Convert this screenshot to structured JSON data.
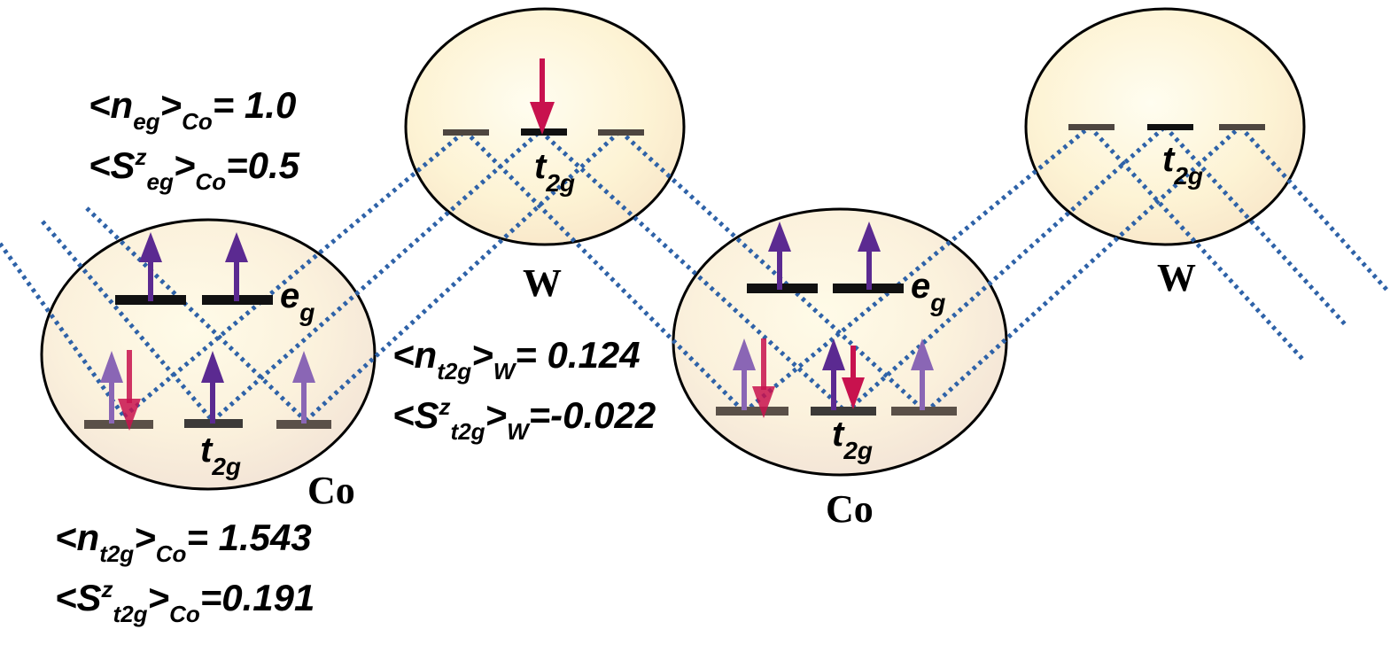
{
  "colors": {
    "bond_line": "#2e62a8",
    "spin_up": "#5b2a91",
    "spin_up_faded": "#8a66b5",
    "spin_down": "#c8124e",
    "level": "#111111",
    "level_faded": "#5a5048",
    "sphere_fill_inner": "#fdf9e8",
    "sphere_fill_outer": "#f5e9d9"
  },
  "sites": [
    {
      "name": "Co",
      "orbitals": {
        "upper": {
          "sym": "e",
          "sub": "g"
        },
        "lower": {
          "sym": "t",
          "sub": "2g"
        }
      }
    },
    {
      "name": "W",
      "orbitals": {
        "lower": {
          "sym": "t",
          "sub": "2g"
        }
      }
    },
    {
      "name": "Co",
      "orbitals": {
        "upper": {
          "sym": "e",
          "sub": "g"
        },
        "lower": {
          "sym": "t",
          "sub": "2g"
        }
      }
    },
    {
      "name": "W",
      "orbitals": {
        "lower": {
          "sym": "t",
          "sub": "2g"
        }
      }
    }
  ],
  "annotations": {
    "co_eg_n": {
      "pre": "<n",
      "sub": "eg",
      "mid": ">",
      "sub2": "Co",
      "post": "= 1.0"
    },
    "co_eg_s": {
      "pre": "<S",
      "sup": "z",
      "sub": "eg",
      "mid": ">",
      "sub2": "Co",
      "post": "=0.5"
    },
    "w_t2g_n": {
      "pre": "<n",
      "sub": "t2g",
      "mid": ">",
      "sub2": "W",
      "post": "= 0.124"
    },
    "w_t2g_s": {
      "pre": "<S",
      "sup": "z",
      "sub": "t2g",
      "mid": ">",
      "sub2": "W",
      "post": "=-0.022"
    },
    "co_t2g_n": {
      "pre": "<n",
      "sub": "t2g",
      "mid": ">",
      "sub2": "Co",
      "post": "= 1.543"
    },
    "co_t2g_s": {
      "pre": "<S",
      "sup": "z",
      "sub": "t2g",
      "mid": ">",
      "sub2": "Co",
      "post": "=0.191"
    }
  }
}
